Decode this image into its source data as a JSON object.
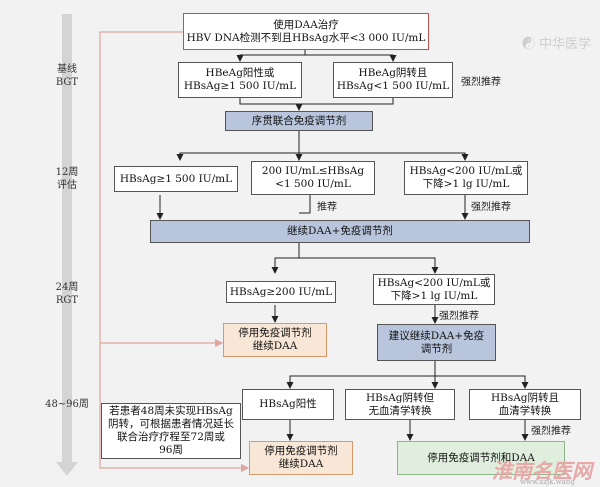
{
  "timeline": {
    "labels": [
      "基线\nBGT",
      "12周\n评估",
      "24周\nRGT",
      "48~96周"
    ]
  },
  "nodes": {
    "start": "使用DAA治疗\nHBV DNA检测不到且HBsAg水平<3 000 IU/mL",
    "hbeag_pos": "HBeAg阳性或\nHBsAg≥1 500 IU/mL",
    "hbeag_neg": "HBeAg阴转且\nHBsAg<1 500 IU/mL",
    "sequential": "序贯联合免疫调节剂",
    "w12_a": "HBsAg≥1 500 IU/mL",
    "w12_b": "200 IU/mL≤HBsAg\n<1 500 IU/mL",
    "w12_c": "HBsAg<200 IU/mL或\n下降>1 lg IU/mL",
    "continue": "继续DAA+免疫调节剂",
    "w24_a": "HBsAg≥200 IU/mL",
    "w24_b": "HBsAg<200 IU/mL或\n下降>1 lg IU/mL",
    "stop_immuno_1": "停用免疫调节剂\n继续DAA",
    "suggest_continue": "建议继续DAA+免疫\n调节剂",
    "note": "若患者48周未实现HBsAg\n阴转，可根据患者情况延长\n联合治疗疗程至72周或\n96周",
    "w48_a": "HBsAg阳性",
    "w48_b": "HBsAg阴转但\n无血清学转换",
    "w48_c": "HBsAg阴转且\n血清学转换",
    "stop_immuno_2": "停用免疫调节剂\n继续DAA",
    "stop_both": "停用免疫调节剂和DAA"
  },
  "edge_labels": {
    "strong_1": "强烈推荐",
    "recommend": "推荐",
    "strong_2": "强烈推荐",
    "strong_3": "强烈推荐",
    "strong_4": "强烈推荐"
  },
  "watermarks": {
    "top_right": "☯ 中华医学",
    "bottom_right": "淮南名医网",
    "bottom_url": "www.xzjk.wang"
  }
}
